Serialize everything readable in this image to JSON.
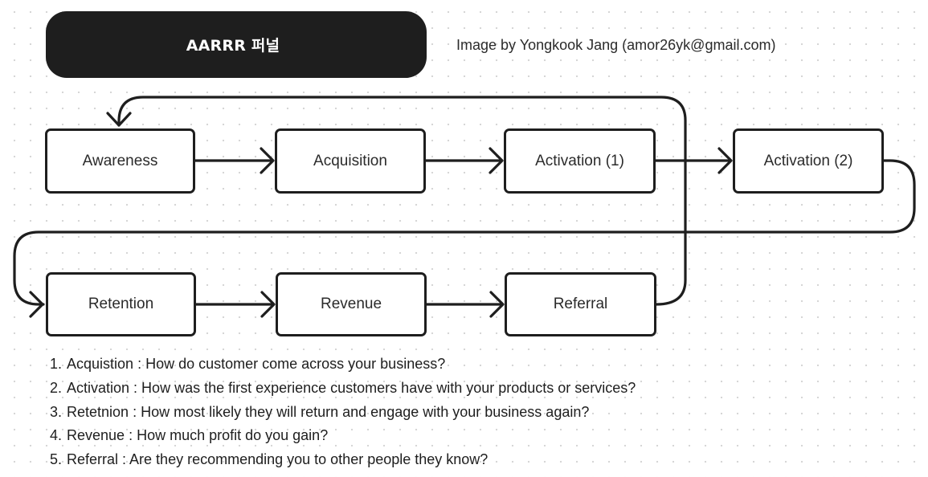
{
  "title": "AARRR 퍼널",
  "credit": "Image by Yongkook Jang (amor26yk@gmail.com)",
  "colors": {
    "ink": "#1e1e1e",
    "background": "#ffffff",
    "dot_grid": "#d6d6d6"
  },
  "nodes": [
    {
      "id": "awareness",
      "label": "Awareness"
    },
    {
      "id": "acquisition",
      "label": "Acquisition"
    },
    {
      "id": "activation-1",
      "label": "Activation (1)"
    },
    {
      "id": "activation-2",
      "label": "Activation (2)"
    },
    {
      "id": "retention",
      "label": "Retention"
    },
    {
      "id": "revenue",
      "label": "Revenue"
    },
    {
      "id": "referral",
      "label": "Referral"
    }
  ],
  "edges": [
    {
      "from": "awareness",
      "to": "acquisition"
    },
    {
      "from": "acquisition",
      "to": "activation-1"
    },
    {
      "from": "activation-1",
      "to": "activation-2"
    },
    {
      "from": "activation-2",
      "to": "retention"
    },
    {
      "from": "retention",
      "to": "revenue"
    },
    {
      "from": "revenue",
      "to": "referral"
    },
    {
      "from": "referral",
      "to": "awareness"
    }
  ],
  "notes": [
    {
      "number": "1.",
      "text": "Acquistion : How do customer come across your business?"
    },
    {
      "number": "2.",
      "text": "Activation : How was the first experience customers have with your products or services?"
    },
    {
      "number": "3.",
      "text": "Retetnion : How most likely they will return and engage with your business again?"
    },
    {
      "number": "4.",
      "text": "Revenue : How much profit do you gain?"
    },
    {
      "number": "5.",
      "text": "Referral : Are they recommending you to other people they know?"
    }
  ]
}
